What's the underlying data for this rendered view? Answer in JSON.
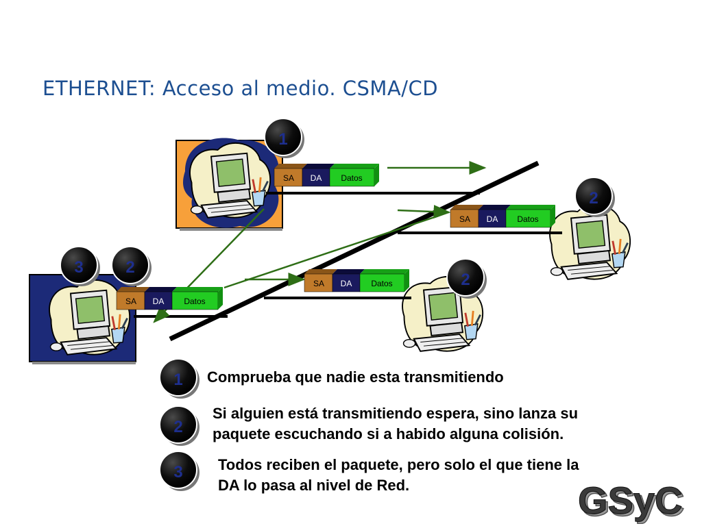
{
  "title": "ETHERNET: Acceso al medio. CSMA/CD",
  "packet": {
    "sa": "SA",
    "da": "DA",
    "data": "Datos"
  },
  "badges": {
    "top_host": "1",
    "right_host": "2",
    "bottom_host": "2",
    "left_host_a": "3",
    "left_host_b": "2"
  },
  "legend": [
    {
      "num": "1",
      "text": "Comprueba que nadie esta transmitiendo"
    },
    {
      "num": "2",
      "text_line1": "Si alguien está transmitiendo espera, sino lanza su",
      "text_line2": "paquete escuchando si a habido alguna colisión."
    },
    {
      "num": "3",
      "text_line1": "Todos reciben el paquete, pero solo el que tiene la",
      "text_line2": "DA lo pasa al nivel de Red."
    }
  ],
  "logo_text": "GSyC",
  "colors": {
    "title": "#1d4f91",
    "sa": "#c07a2a",
    "da": "#1a1a5e",
    "data": "#22cc22",
    "arrow": "#2e6e16",
    "badge": "#000000",
    "host_bg_orange": "#f7a03a",
    "host_bg_navy": "#1c2a78"
  }
}
